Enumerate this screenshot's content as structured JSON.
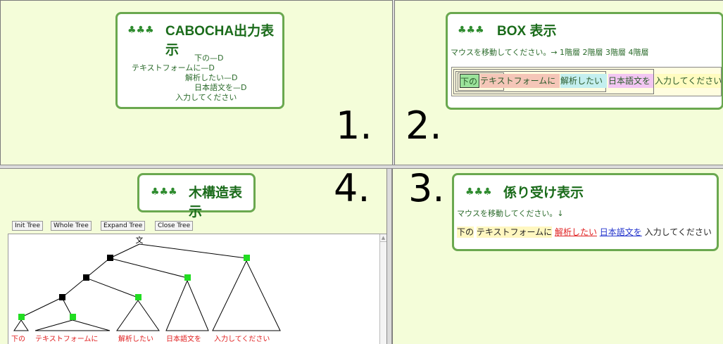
{
  "q1": {
    "title": "CABOCHA出力表示",
    "trees": "♣♣♣",
    "lines": [
      "下の—D",
      "テキストフォームに—D",
      "解析したい—D",
      "日本語文を—D",
      "入力してください"
    ],
    "number": "1."
  },
  "q2": {
    "title": "BOX 表示",
    "trees": "♣♣♣",
    "instruction": "マウスを移動してください。→ 1階層 2階層 3階層 4階層",
    "segments": [
      "下の",
      "テキストフォームに",
      "解析したい",
      "日本語文を",
      "入力してください"
    ],
    "number": "2."
  },
  "q3": {
    "title": "係り受け表示",
    "trees": "♣♣♣",
    "instruction": "マウスを移動してください。↓",
    "words": [
      "下の",
      "テキストフォームに",
      "解析したい",
      "日本語文を",
      "入力してください"
    ],
    "number": "3."
  },
  "q4": {
    "title": "木構造表示",
    "trees": "♣♣♣",
    "buttons": [
      "Init Tree",
      "Whole Tree",
      "Expand Tree",
      "Close Tree"
    ],
    "root_label": "文",
    "leaves": [
      "下の",
      "テキストフォームに",
      "解析したい",
      "日本語文を",
      "入力してください"
    ],
    "number": "4.",
    "colors": {
      "node_black": "#000000",
      "node_green": "#22dd22",
      "leaf_red": "#e02020"
    }
  }
}
